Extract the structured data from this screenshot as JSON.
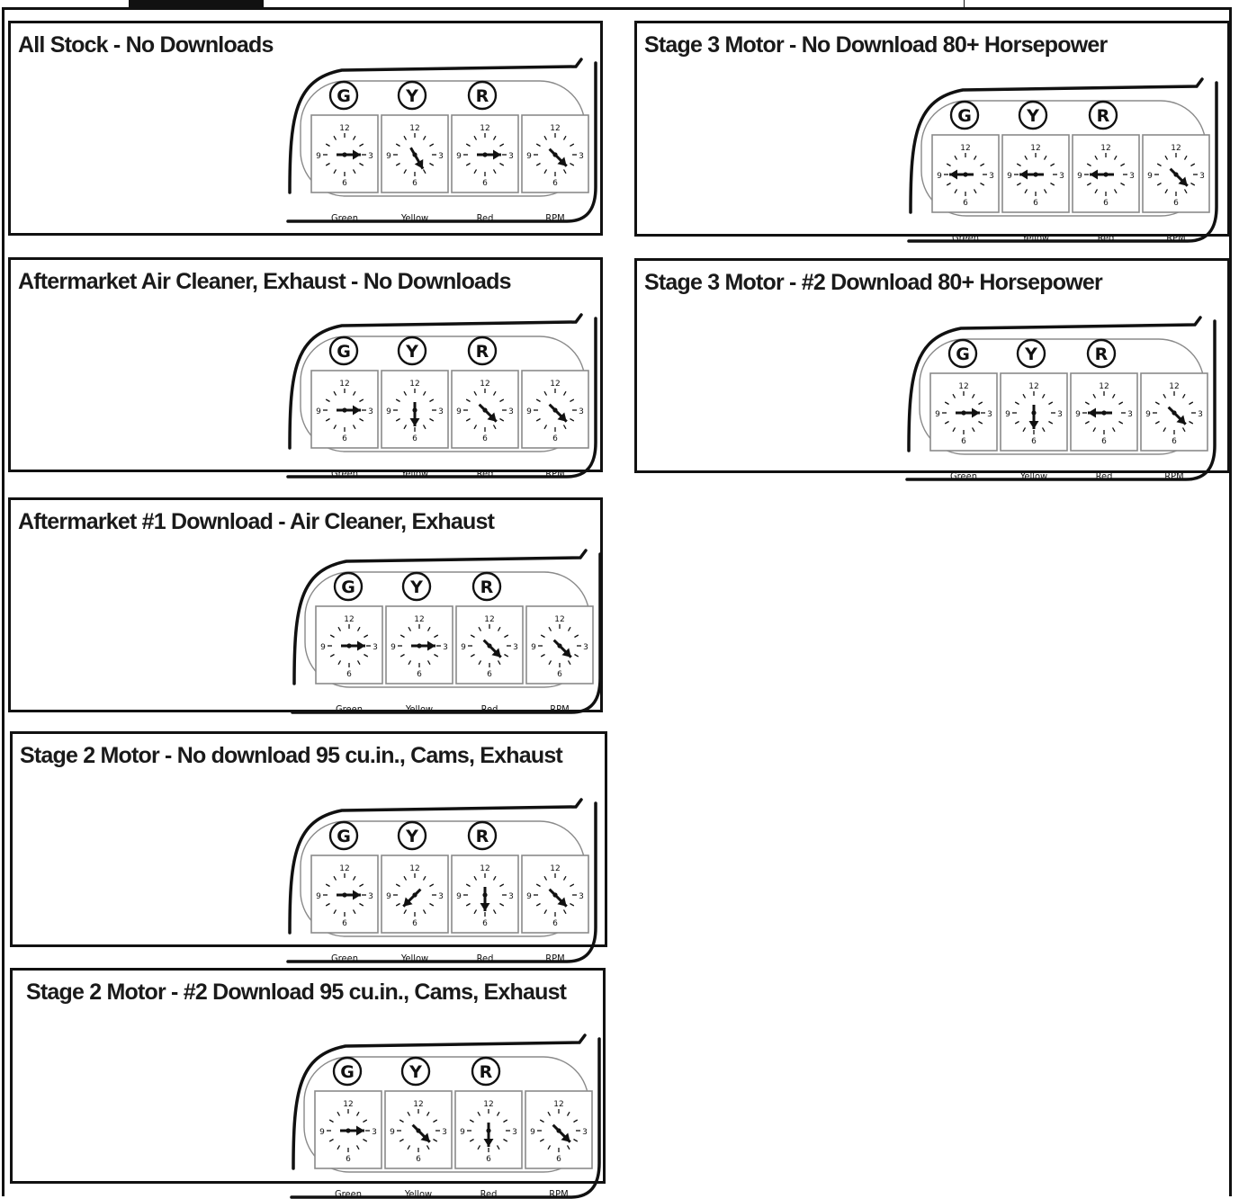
{
  "gauge_labels": {
    "green": "Green",
    "yellow": "Yellow",
    "red": "Red",
    "rpm": "RPM"
  },
  "light_letters": {
    "green": "G",
    "yellow": "Y",
    "red": "R"
  },
  "dial_numbers": {
    "top": "12",
    "right": "3",
    "bottom": "6",
    "left": "9"
  },
  "dial_hands": [
    "green",
    "yellow",
    "red",
    "rpm"
  ],
  "panels": [
    {
      "title": "All Stock - No Downloads",
      "pointers": {
        "green": "3",
        "yellow": "5",
        "red": "3",
        "rpm": "4:30"
      }
    },
    {
      "title": "Aftermarket Air Cleaner, Exhaust - No Downloads",
      "pointers": {
        "green": "3",
        "yellow": "6",
        "red": "4:30",
        "rpm": "4:30"
      }
    },
    {
      "title": "Aftermarket #1 Download - Air Cleaner, Exhaust",
      "pointers": {
        "green": "3",
        "yellow": "3",
        "red": "4:30",
        "rpm": "4:30"
      }
    },
    {
      "title": "Stage 2 Motor - No download 95 cu.in., Cams, Exhaust",
      "pointers": {
        "green": "3",
        "yellow": "7:30",
        "red": "6",
        "rpm": "4:30"
      }
    },
    {
      "title": "Stage 2 Motor - #2 Download 95 cu.in., Cams, Exhaust",
      "pointers": {
        "green": "3",
        "yellow": "4:30",
        "red": "6",
        "rpm": "4:30"
      }
    },
    {
      "title": "Stage 3 Motor - No Download 80+ Horsepower",
      "pointers": {
        "green": "9",
        "yellow": "9",
        "red": "9",
        "rpm": "4:30"
      }
    },
    {
      "title": "Stage 3 Motor - #2 Download 80+ Horsepower",
      "pointers": {
        "green": "3",
        "yellow": "6",
        "red": "9",
        "rpm": "4:30"
      }
    }
  ],
  "colors": {
    "ink": "#111111",
    "frame": "#8a8a8a",
    "background": "#ffffff"
  }
}
